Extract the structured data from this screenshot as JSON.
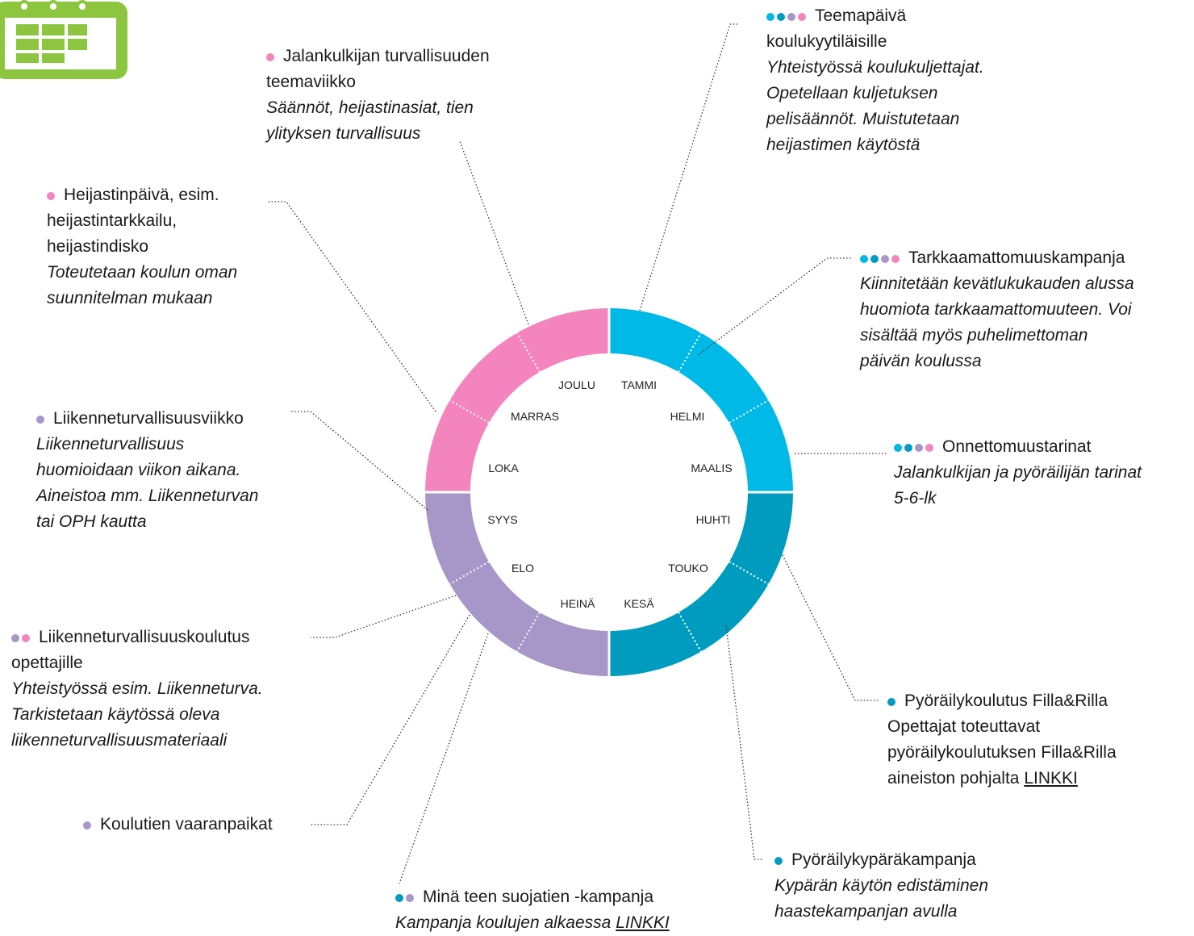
{
  "colors": {
    "pink": "#f484bd",
    "cyan": "#00b9e6",
    "teal": "#009cc0",
    "purple": "#a796c8",
    "calendar_icon": "#8cc63f"
  },
  "calendar_icon": "calendar-icon",
  "months": [
    "TAMMI",
    "HELMI",
    "MAALIS",
    "HUHTI",
    "TOUKO",
    "KESÄ",
    "HEINÄ",
    "ELO",
    "SYYS",
    "LOKA",
    "MARRAS",
    "JOULU"
  ],
  "notes": [
    {
      "id": "teemapaiva",
      "dots": [
        "cyan",
        "teal",
        "purple",
        "pink"
      ],
      "title": "Teemapäivä",
      "title2": "koulukyytiläisille",
      "desc": [
        "Yhteistyössä koulukuljettajat.",
        "Opetellaan kuljetuksen",
        "pelisäännöt. Muistutetaan",
        "heijastimen käytöstä"
      ]
    },
    {
      "id": "tarkkaamattomuus",
      "dots": [
        "cyan",
        "teal",
        "purple",
        "pink"
      ],
      "title": "Tarkkaamattomuuskampanja",
      "desc": [
        "Kiinnitetään kevätlukukauden alussa",
        "huomiota tarkkaamattomuuteen. Voi",
        "sisältää myös puhelimettoman",
        "päivän koulussa"
      ]
    },
    {
      "id": "onnettomuus",
      "dots": [
        "cyan",
        "teal",
        "purple",
        "pink"
      ],
      "title": "Onnettomuustarinat",
      "desc": [
        "Jalankulkijan ja pyöräilijän tarinat",
        "5-6-lk"
      ]
    },
    {
      "id": "fillarilla",
      "dots": [
        "teal"
      ],
      "title": "Pyöräilykoulutus Filla&Rilla",
      "plain": [
        "Opettajat toteuttavat",
        "pyöräilykoulutuksen Filla&Rilla",
        "aineiston pohjalta"
      ],
      "link": "LINKKI"
    },
    {
      "id": "kyparakampanja",
      "dots": [
        "teal"
      ],
      "title": "Pyöräilykypäräkampanja",
      "desc": [
        "Kypärän käytön edistäminen",
        "haastekampanjan avulla"
      ]
    },
    {
      "id": "suojatie",
      "dots": [
        "teal",
        "purple"
      ],
      "title": "Minä teen suojatien -kampanja",
      "desc_link_text": "Kampanja koulujen alkaessa",
      "link": "LINKKI"
    },
    {
      "id": "vaaranpaikat",
      "dots": [
        "purple"
      ],
      "title": "Koulutien vaaranpaikat"
    },
    {
      "id": "koulutus",
      "dots": [
        "purple",
        "pink"
      ],
      "title": "Liikenneturvallisuuskoulutus",
      "title2": "opettajille",
      "desc": [
        "Yhteistyössä esim. Liikenneturva.",
        "Tarkistetaan käytössä oleva",
        "liikenneturvallisuusmateriaali"
      ]
    },
    {
      "id": "viikko",
      "dots": [
        "purple"
      ],
      "title": "Liikenneturvallisuusviikko",
      "desc": [
        "Liikenneturvallisuus",
        "huomioidaan viikon aikana.",
        "Aineistoa mm. Liikenneturvan",
        "tai OPH kautta"
      ]
    },
    {
      "id": "heijastinpaiva",
      "dots": [
        "pink"
      ],
      "title": "Heijastinpäivä, esim.",
      "title2": "heijastintarkkailu,",
      "title3": "heijastindisko",
      "desc": [
        "Toteutetaan koulun oman",
        "suunnitelman mukaan"
      ]
    },
    {
      "id": "teemaviikko",
      "dots": [
        "pink"
      ],
      "title": "Jalankulkijan turvallisuuden",
      "title2": "teemaviikko",
      "desc": [
        "Säännöt, heijastinasiat, tien",
        "ylityksen turvallisuus"
      ]
    }
  ]
}
